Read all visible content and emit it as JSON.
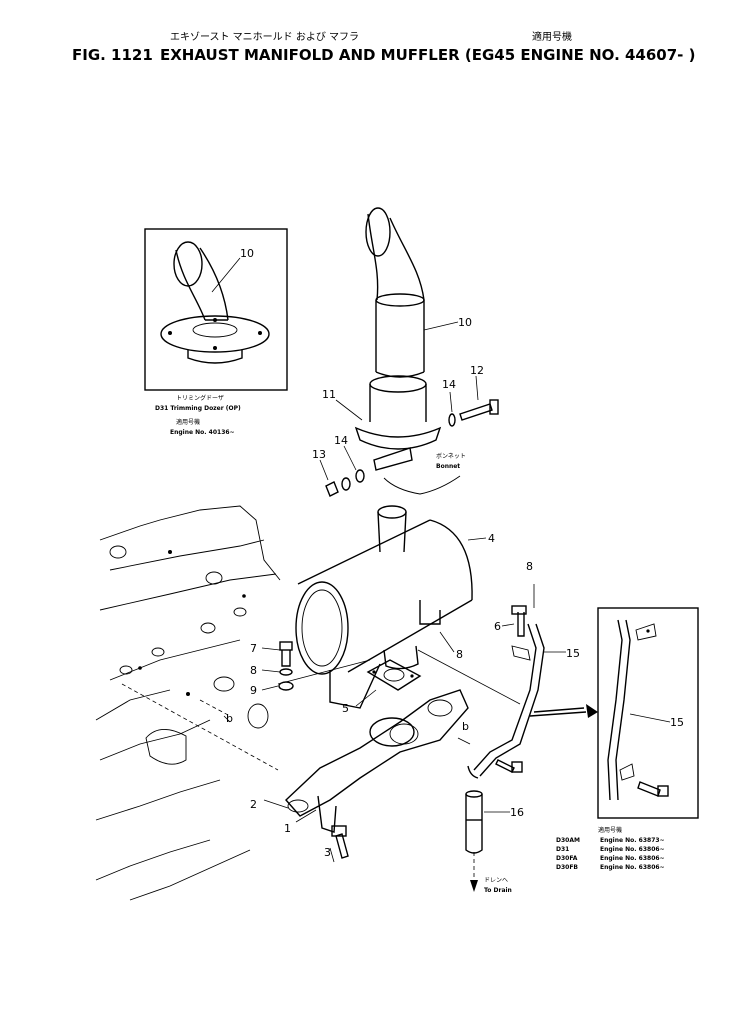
{
  "header": {
    "japanese_title": "エキゾースト マニホールド および マフラ",
    "japanese_applicable": "適用号機",
    "fig_label": "FIG. 1121",
    "title": "EXHAUST MANIFOLD AND MUFFLER (EG45 ENGINE NO. 44607- )"
  },
  "inset_left": {
    "part_number": "10",
    "caption_jp": "トリミングドーザ",
    "caption_en": "D31 Trimming Dozer (OP)",
    "applicable_jp": "適用号機",
    "applicable_en": "Engine No. 40136~"
  },
  "inset_right": {
    "part_number": "15",
    "applicable_jp": "適用号機",
    "models": [
      {
        "model": "D30AM",
        "engine": "Engine No. 63873~"
      },
      {
        "model": "D31",
        "engine": "Engine No. 63806~"
      },
      {
        "model": "D30FA",
        "engine": "Engine No. 63806~"
      },
      {
        "model": "D30FB",
        "engine": "Engine No. 63806~"
      }
    ]
  },
  "callouts": {
    "p1": "1",
    "p2": "2",
    "p3": "3",
    "p4": "4",
    "p5": "5",
    "p6": "6",
    "p7": "7",
    "p8a": "8",
    "p8b": "8",
    "p8c": "8",
    "p9": "9",
    "p10": "10",
    "p11": "11",
    "p12": "12",
    "p13": "13",
    "p14a": "14",
    "p14b": "14",
    "p15": "15",
    "p16": "16",
    "ba": "b",
    "bb": "b"
  },
  "notes": {
    "bonnet_jp": "ボンネット",
    "bonnet_en": "Bonnet",
    "drain_jp": "ドレンへ",
    "drain_en": "To Drain"
  }
}
